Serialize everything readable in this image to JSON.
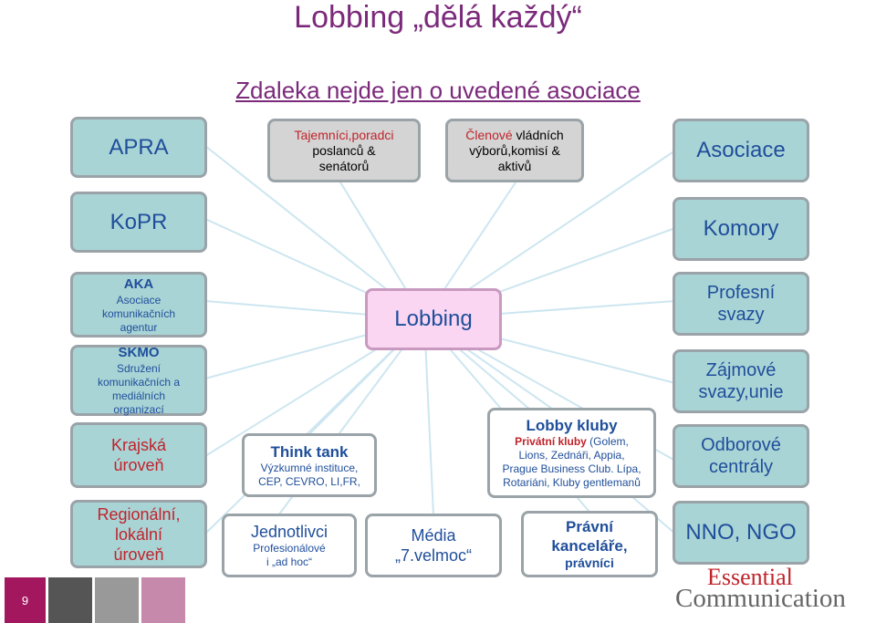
{
  "title": "Lobbing „dělá každý“",
  "subtitle": "Zdaleka nejde jen o uvedené asociace",
  "center": "Lobbing",
  "left": {
    "apra": "APRA",
    "kopr": "KoPR",
    "aka": {
      "title": "AKA",
      "l1": "Asociace",
      "l2": "komunikačních",
      "l3": "agentur"
    },
    "skmo": {
      "title": "SKMO",
      "l1": "Sdružení",
      "l2": "komunikačních a",
      "l3": "mediálních",
      "l4": "organizací"
    },
    "krajska": {
      "l1": "Krajská",
      "l2": "úroveň"
    },
    "regional": {
      "l1": "Regionální,",
      "l2": "lokální",
      "l3": "úroveň"
    }
  },
  "top": {
    "tajemnici": {
      "l1": "Tajemníci,poradci",
      "l2": "poslanců &",
      "l3": "senátorů"
    },
    "clenove": {
      "l1a": "Členové",
      "l1b": " vládních",
      "l2": "výborů,komisí &",
      "l3": "aktivů"
    }
  },
  "right": {
    "asociace": "Asociace",
    "komory": "Komory",
    "profesni": {
      "l1": "Profesní",
      "l2": "svazy"
    },
    "zajmove": {
      "l1": "Zájmové",
      "l2": "svazy,unie"
    },
    "odborove": {
      "l1": "Odborové",
      "l2": "centrály"
    },
    "nno": "NNO, NGO"
  },
  "think": {
    "title": "Think tank",
    "l1": "Výzkumné instituce,",
    "l2": "CEP, CEVRO, LI,FR,"
  },
  "lobby": {
    "title": "Lobby kluby",
    "l1a": "Privátní kluby",
    "l1b": " (Golem,",
    "l2": "Lions, Zednáři, Appia,",
    "l3": "Prague Business Club. Lípa,",
    "l4": "Rotariáni, Kluby gentlemanů"
  },
  "bottom": {
    "jednotlivci": {
      "title": "Jednotlivci",
      "l1": "Profesionálové",
      "l2": "i „ad hoc“"
    },
    "media": {
      "l1": "Média",
      "l2": "„7.velmoc“"
    },
    "pravni": {
      "l1": "Právní",
      "l2": "kanceláře,",
      "l3": "právníci"
    }
  },
  "slide_number": "9",
  "logo": {
    "l1": "Essential",
    "l2": "Communication"
  },
  "colors": {
    "title": "#7b2a7b",
    "box_teal": "#a9d4d6",
    "box_gray": "#d4d4d4",
    "center_pink": "#fbd6f3",
    "text_blue": "#1f4e9a",
    "text_red": "#c0232b"
  }
}
